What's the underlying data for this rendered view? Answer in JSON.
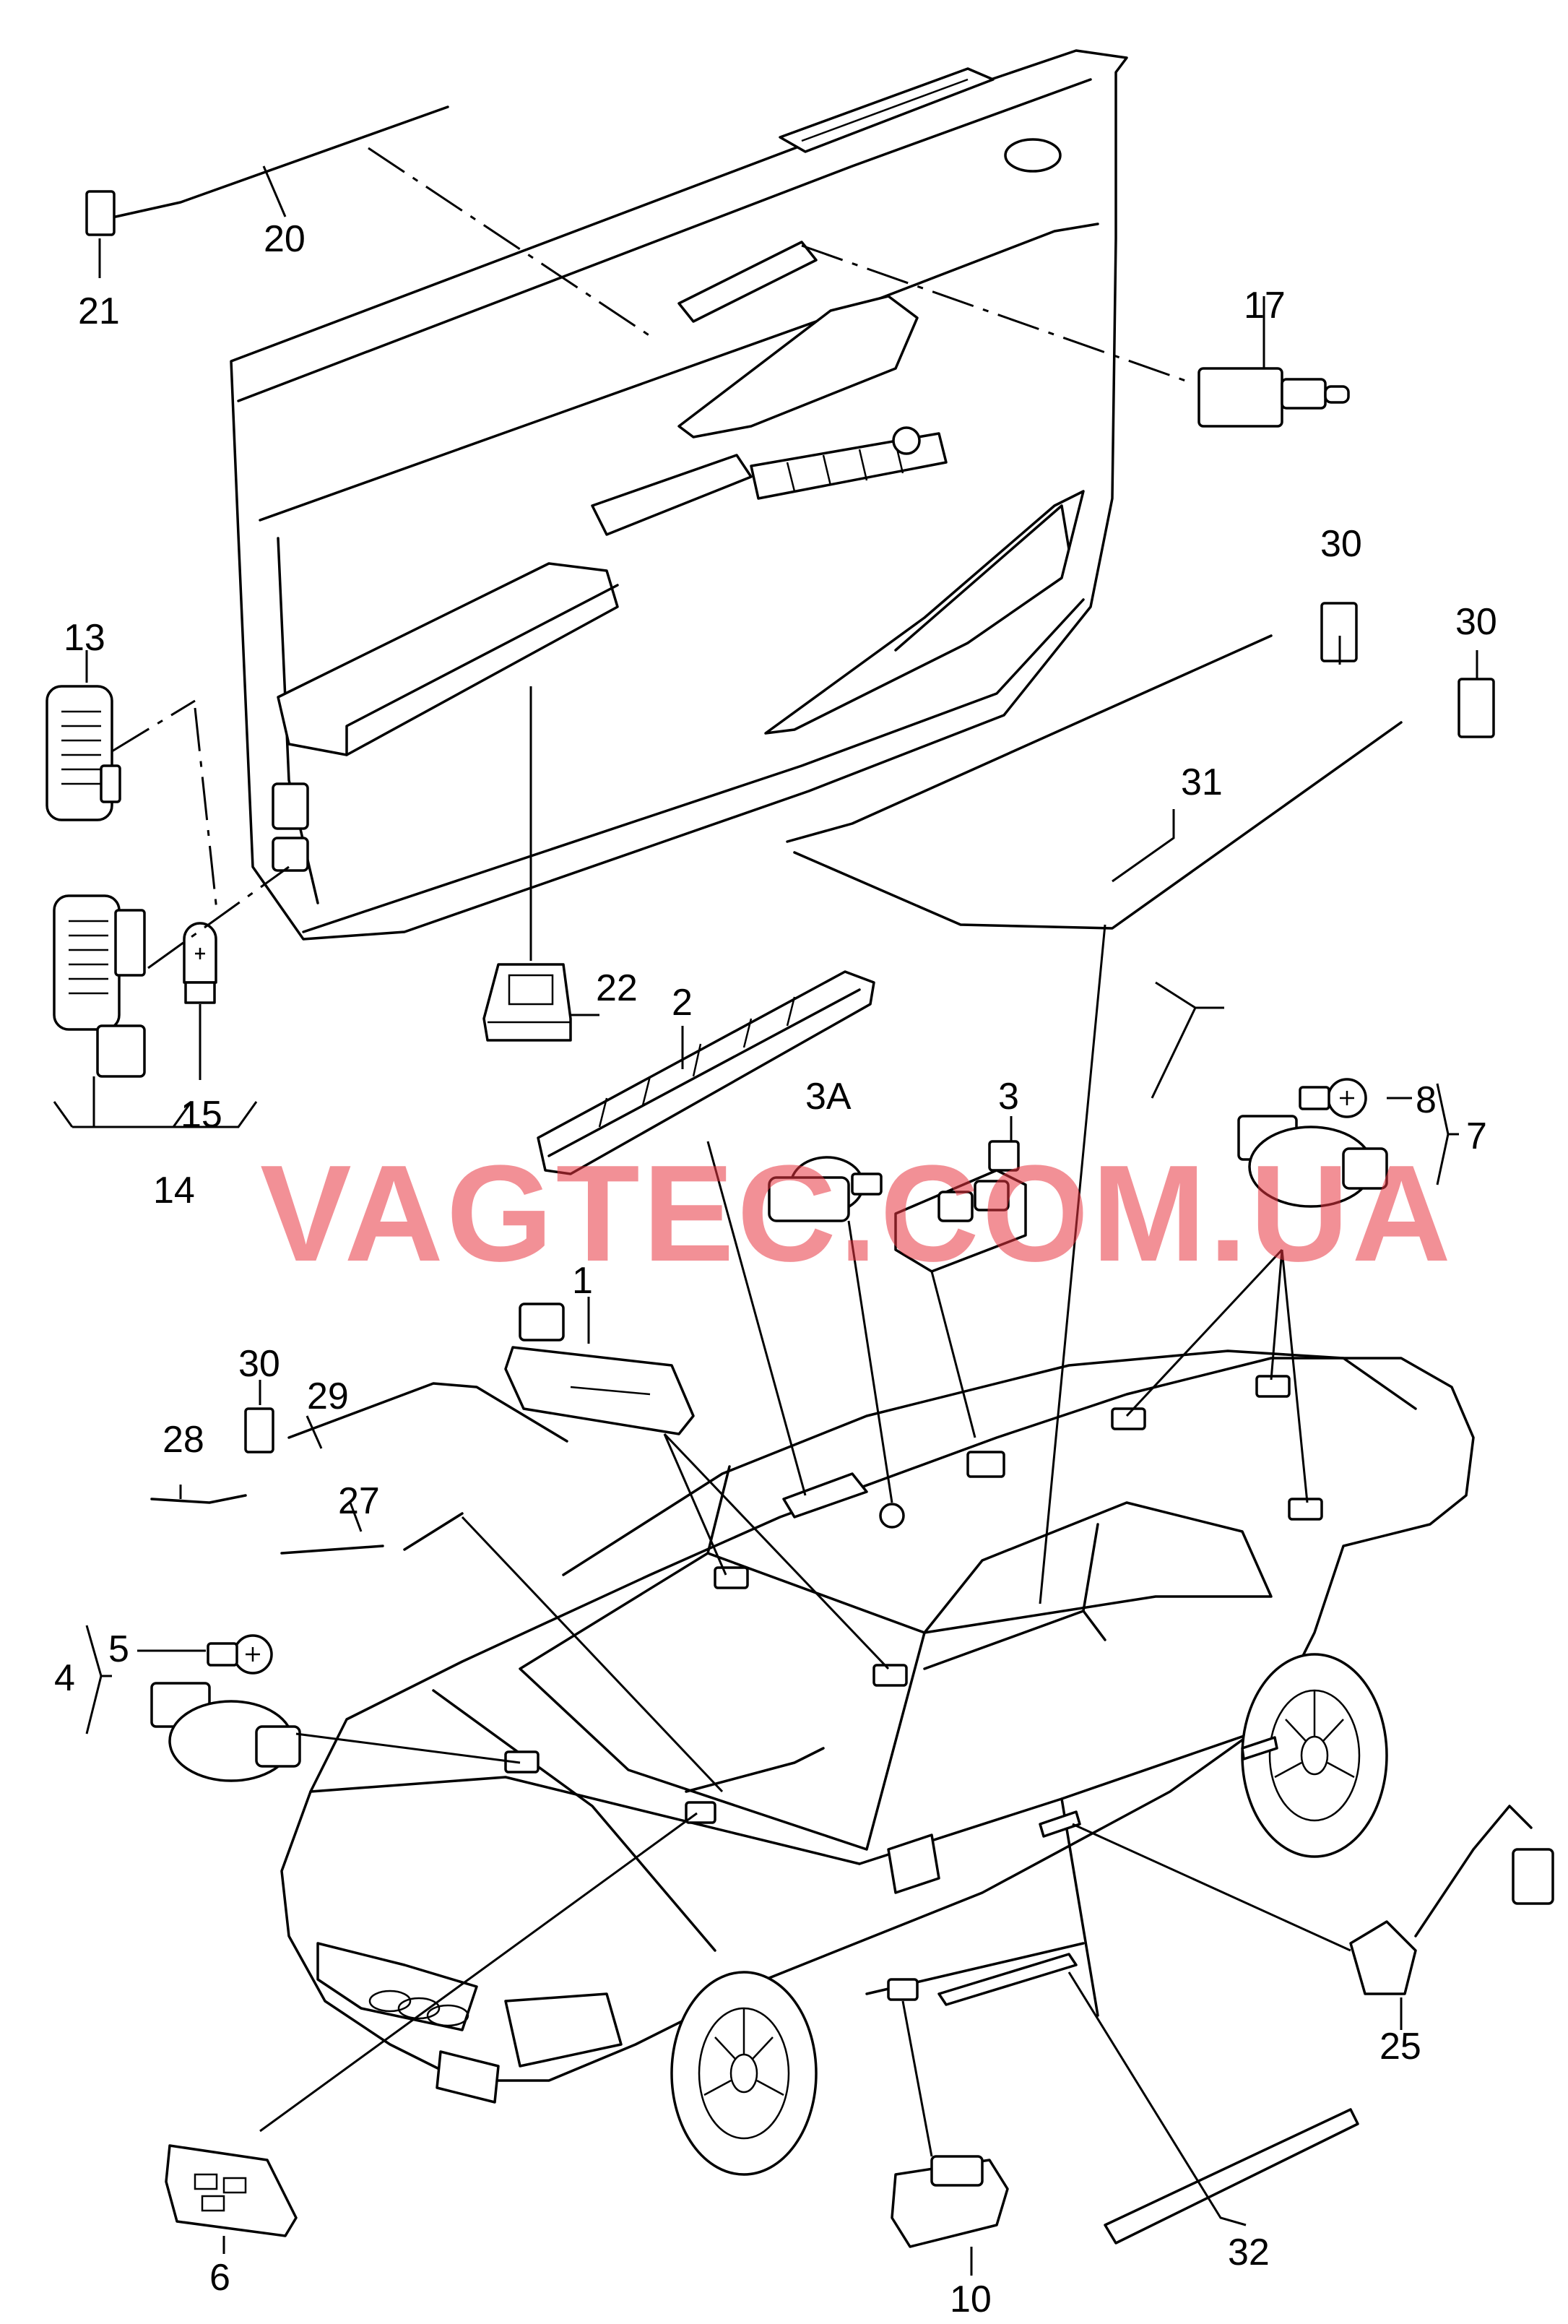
{
  "watermark": "VAGTEC.COM.UA",
  "callouts": {
    "c1": "1",
    "c2": "2",
    "c3": "3",
    "c3a": "3A",
    "c4": "4",
    "c5": "5",
    "c6": "6",
    "c7": "7",
    "c8": "8",
    "c10": "10",
    "c13": "13",
    "c14": "14",
    "c15": "15",
    "c17": "17",
    "c20": "20",
    "c21": "21",
    "c22": "22",
    "c25": "25",
    "c27": "27",
    "c28": "28",
    "c29": "29",
    "c30a": "30",
    "c30b": "30",
    "c30c": "30",
    "c31": "31",
    "c32": "32"
  },
  "colors": {
    "line": "#000000",
    "watermark": "#e8343f",
    "background": "#ffffff"
  }
}
